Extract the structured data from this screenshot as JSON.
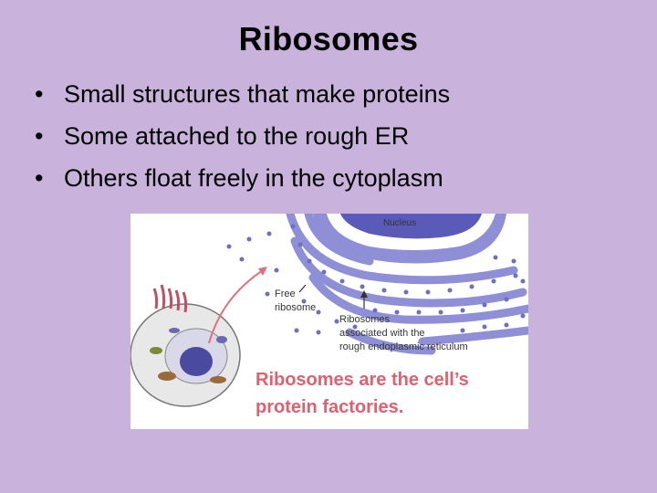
{
  "slide": {
    "title": "Ribosomes",
    "bullets": [
      "Small structures that make proteins",
      "Some attached to the rough ER",
      "Others float freely in the cytoplasm"
    ]
  },
  "figure": {
    "labels": {
      "nucleus": "Nucleus",
      "free_ribosome_line1": "Free",
      "free_ribosome_line2": "ribosome",
      "er_ribosomes_line1": "Ribosomes",
      "er_ribosomes_line2": "associated with the",
      "er_ribosomes_line3": "rough endoplasmic reticulum"
    },
    "caption_line1": "Ribosomes are the cell’s",
    "caption_line2": "protein factories.",
    "colors": {
      "background": "#c9b3dc",
      "er_membrane": "#8f8fd8",
      "er_dark": "#5a5ab8",
      "caption": "#e06070",
      "arrow": "#e0707e",
      "cell_outline": "#777777"
    }
  }
}
